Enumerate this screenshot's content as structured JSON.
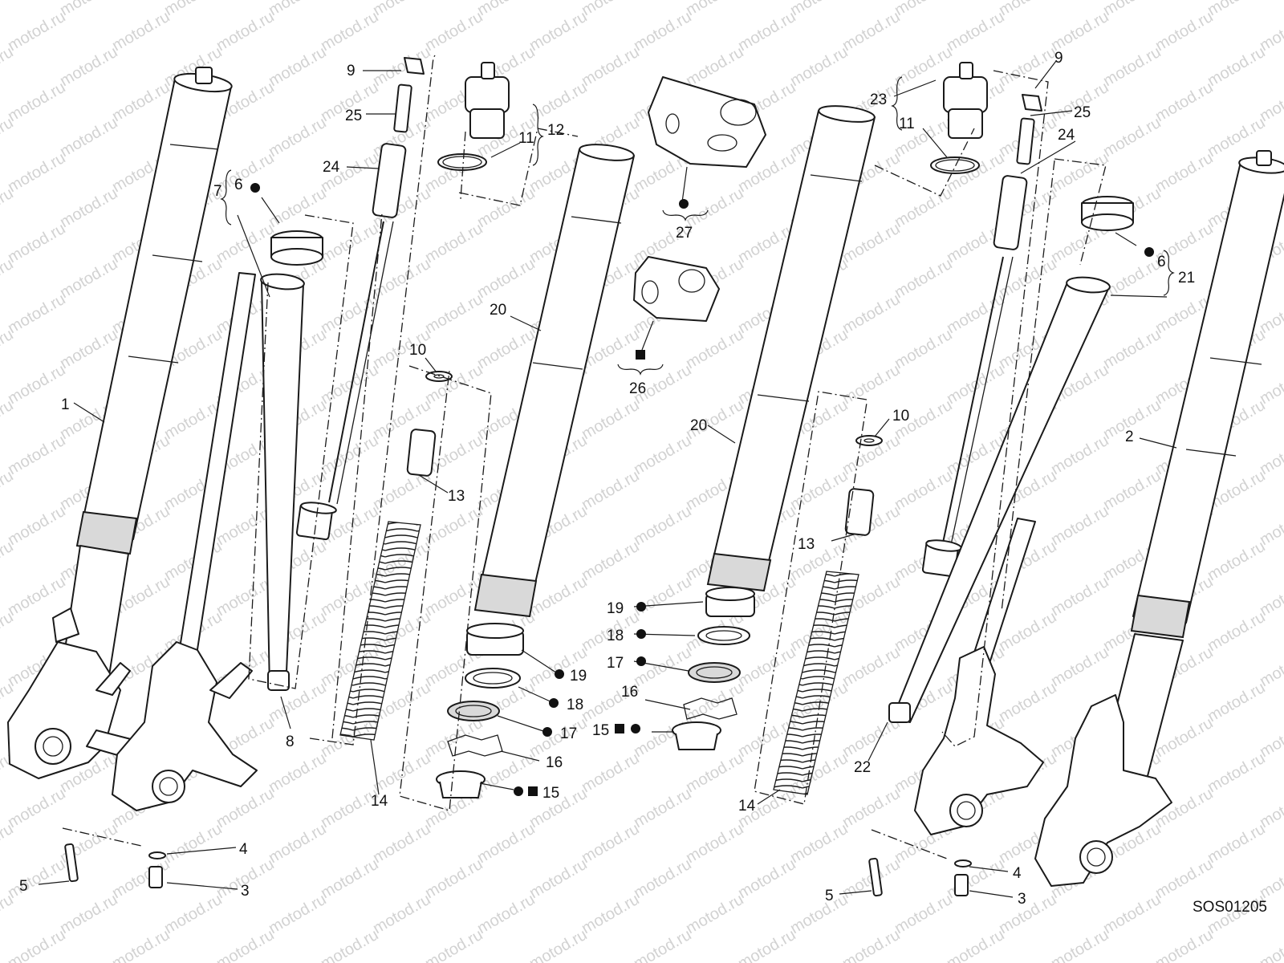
{
  "diagram": {
    "code": "SOS01205",
    "watermark": "motod.ru",
    "labels": [
      {
        "id": "1",
        "text": "1"
      },
      {
        "id": "2",
        "text": "2"
      },
      {
        "id": "3a",
        "text": "3"
      },
      {
        "id": "3b",
        "text": "3"
      },
      {
        "id": "4a",
        "text": "4"
      },
      {
        "id": "4b",
        "text": "4"
      },
      {
        "id": "5a",
        "text": "5"
      },
      {
        "id": "5b",
        "text": "5"
      },
      {
        "id": "6a",
        "text": "6"
      },
      {
        "id": "6b",
        "text": "6"
      },
      {
        "id": "7",
        "text": "7"
      },
      {
        "id": "8",
        "text": "8"
      },
      {
        "id": "9a",
        "text": "9"
      },
      {
        "id": "9b",
        "text": "9"
      },
      {
        "id": "10a",
        "text": "10"
      },
      {
        "id": "10b",
        "text": "10"
      },
      {
        "id": "11a",
        "text": "11"
      },
      {
        "id": "11b",
        "text": "11"
      },
      {
        "id": "12",
        "text": "12"
      },
      {
        "id": "13a",
        "text": "13"
      },
      {
        "id": "13b",
        "text": "13"
      },
      {
        "id": "14a",
        "text": "14"
      },
      {
        "id": "14b",
        "text": "14"
      },
      {
        "id": "15a",
        "text": "15"
      },
      {
        "id": "15b",
        "text": "15"
      },
      {
        "id": "16a",
        "text": "16"
      },
      {
        "id": "16b",
        "text": "16"
      },
      {
        "id": "17a",
        "text": "17"
      },
      {
        "id": "17b",
        "text": "17"
      },
      {
        "id": "18a",
        "text": "18"
      },
      {
        "id": "18b",
        "text": "18"
      },
      {
        "id": "19a",
        "text": "19"
      },
      {
        "id": "19b",
        "text": "19"
      },
      {
        "id": "20a",
        "text": "20"
      },
      {
        "id": "20b",
        "text": "20"
      },
      {
        "id": "21",
        "text": "21"
      },
      {
        "id": "22",
        "text": "22"
      },
      {
        "id": "23",
        "text": "23"
      },
      {
        "id": "24a",
        "text": "24"
      },
      {
        "id": "24b",
        "text": "24"
      },
      {
        "id": "25a",
        "text": "25"
      },
      {
        "id": "25b",
        "text": "25"
      },
      {
        "id": "26",
        "text": "26"
      },
      {
        "id": "27",
        "text": "27"
      }
    ]
  }
}
